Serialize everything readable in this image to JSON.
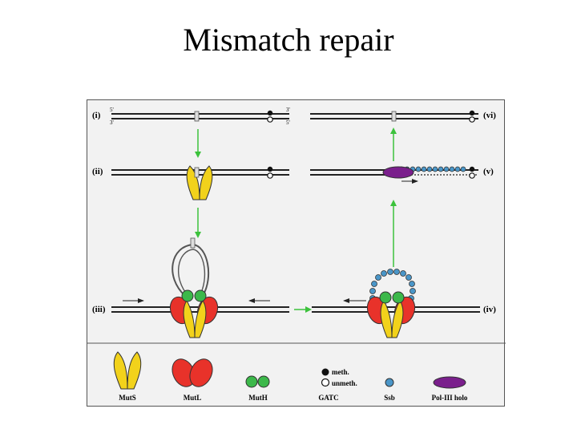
{
  "title": "Mismatch repair",
  "steps": {
    "i": "(i)",
    "ii": "(ii)",
    "iii": "(iii)",
    "iv": "(iv)",
    "v": "(v)",
    "vi": "(vi)"
  },
  "strand_ends": {
    "a": "5'",
    "b": "3'",
    "c": "3'",
    "d": "5'"
  },
  "legend": {
    "muts": "MutS",
    "mutl": "MutL",
    "muth": "MutH",
    "gatc": "GATC",
    "meth": "meth.",
    "unmeth": "unmeth.",
    "ssb": "Ssb",
    "pol": "Pol-III holo"
  },
  "colors": {
    "muts": "#f2d21b",
    "mutl": "#e8322a",
    "muth": "#3cb84a",
    "ssb": "#4a96c8",
    "pol": "#7a1f8c",
    "arrow": "#3cc23c",
    "dna": "#222222"
  }
}
